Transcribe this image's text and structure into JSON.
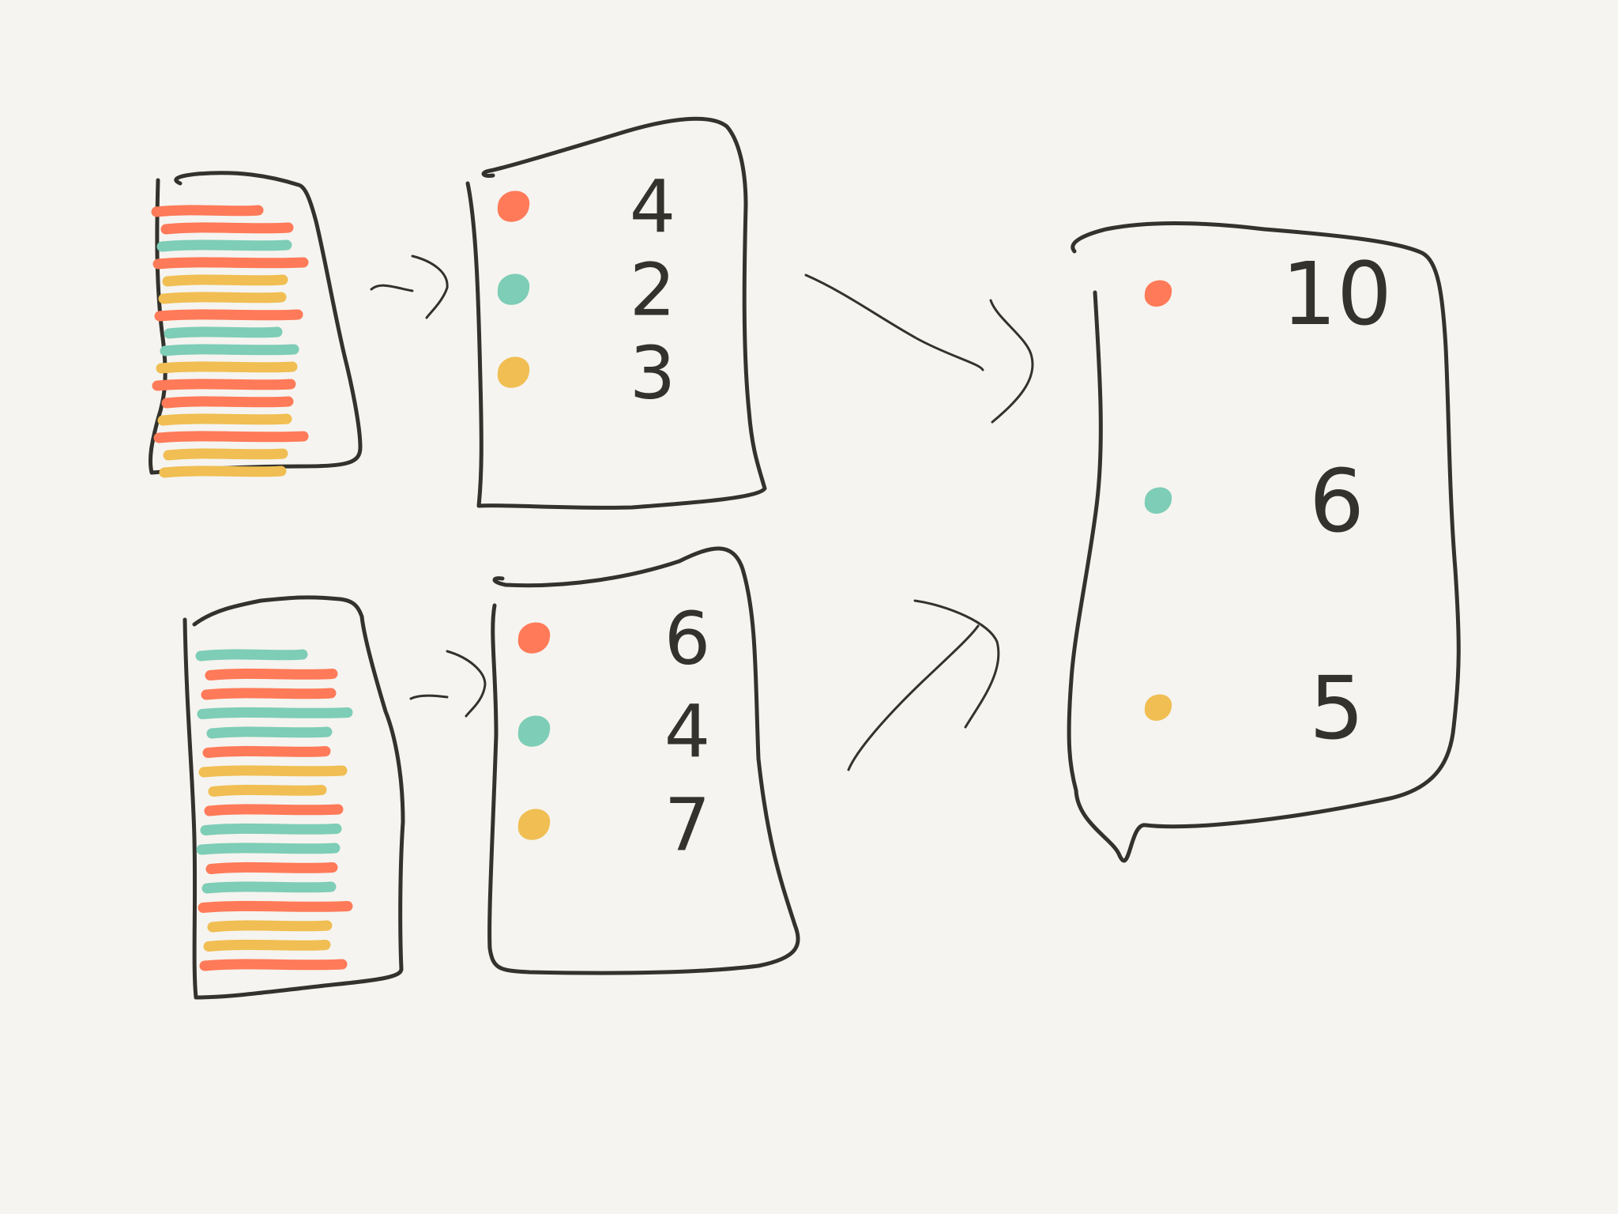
{
  "colors": {
    "red": "#ff7a58",
    "teal": "#7ecdb6",
    "yellow": "#f0be52",
    "ink": "#33322d",
    "paper": "#f5f4f0"
  },
  "sources": [
    {
      "stripes": [
        "red",
        "red",
        "teal",
        "red",
        "yellow",
        "yellow",
        "red",
        "teal",
        "teal",
        "yellow",
        "red",
        "red",
        "yellow",
        "red",
        "yellow",
        "yellow"
      ]
    },
    {
      "stripes": [
        "teal",
        "red",
        "red",
        "teal",
        "teal",
        "red",
        "yellow",
        "yellow",
        "red",
        "teal",
        "teal",
        "red",
        "teal",
        "red",
        "yellow",
        "yellow",
        "red"
      ]
    }
  ],
  "partials": [
    {
      "counts": [
        {
          "color": "red",
          "value": "4"
        },
        {
          "color": "teal",
          "value": "2"
        },
        {
          "color": "yellow",
          "value": "3"
        }
      ]
    },
    {
      "counts": [
        {
          "color": "red",
          "value": "6"
        },
        {
          "color": "teal",
          "value": "4"
        },
        {
          "color": "yellow",
          "value": "7"
        }
      ]
    }
  ],
  "result": {
    "counts": [
      {
        "color": "red",
        "value": "10"
      },
      {
        "color": "teal",
        "value": "6"
      },
      {
        "color": "yellow",
        "value": "5"
      }
    ]
  }
}
